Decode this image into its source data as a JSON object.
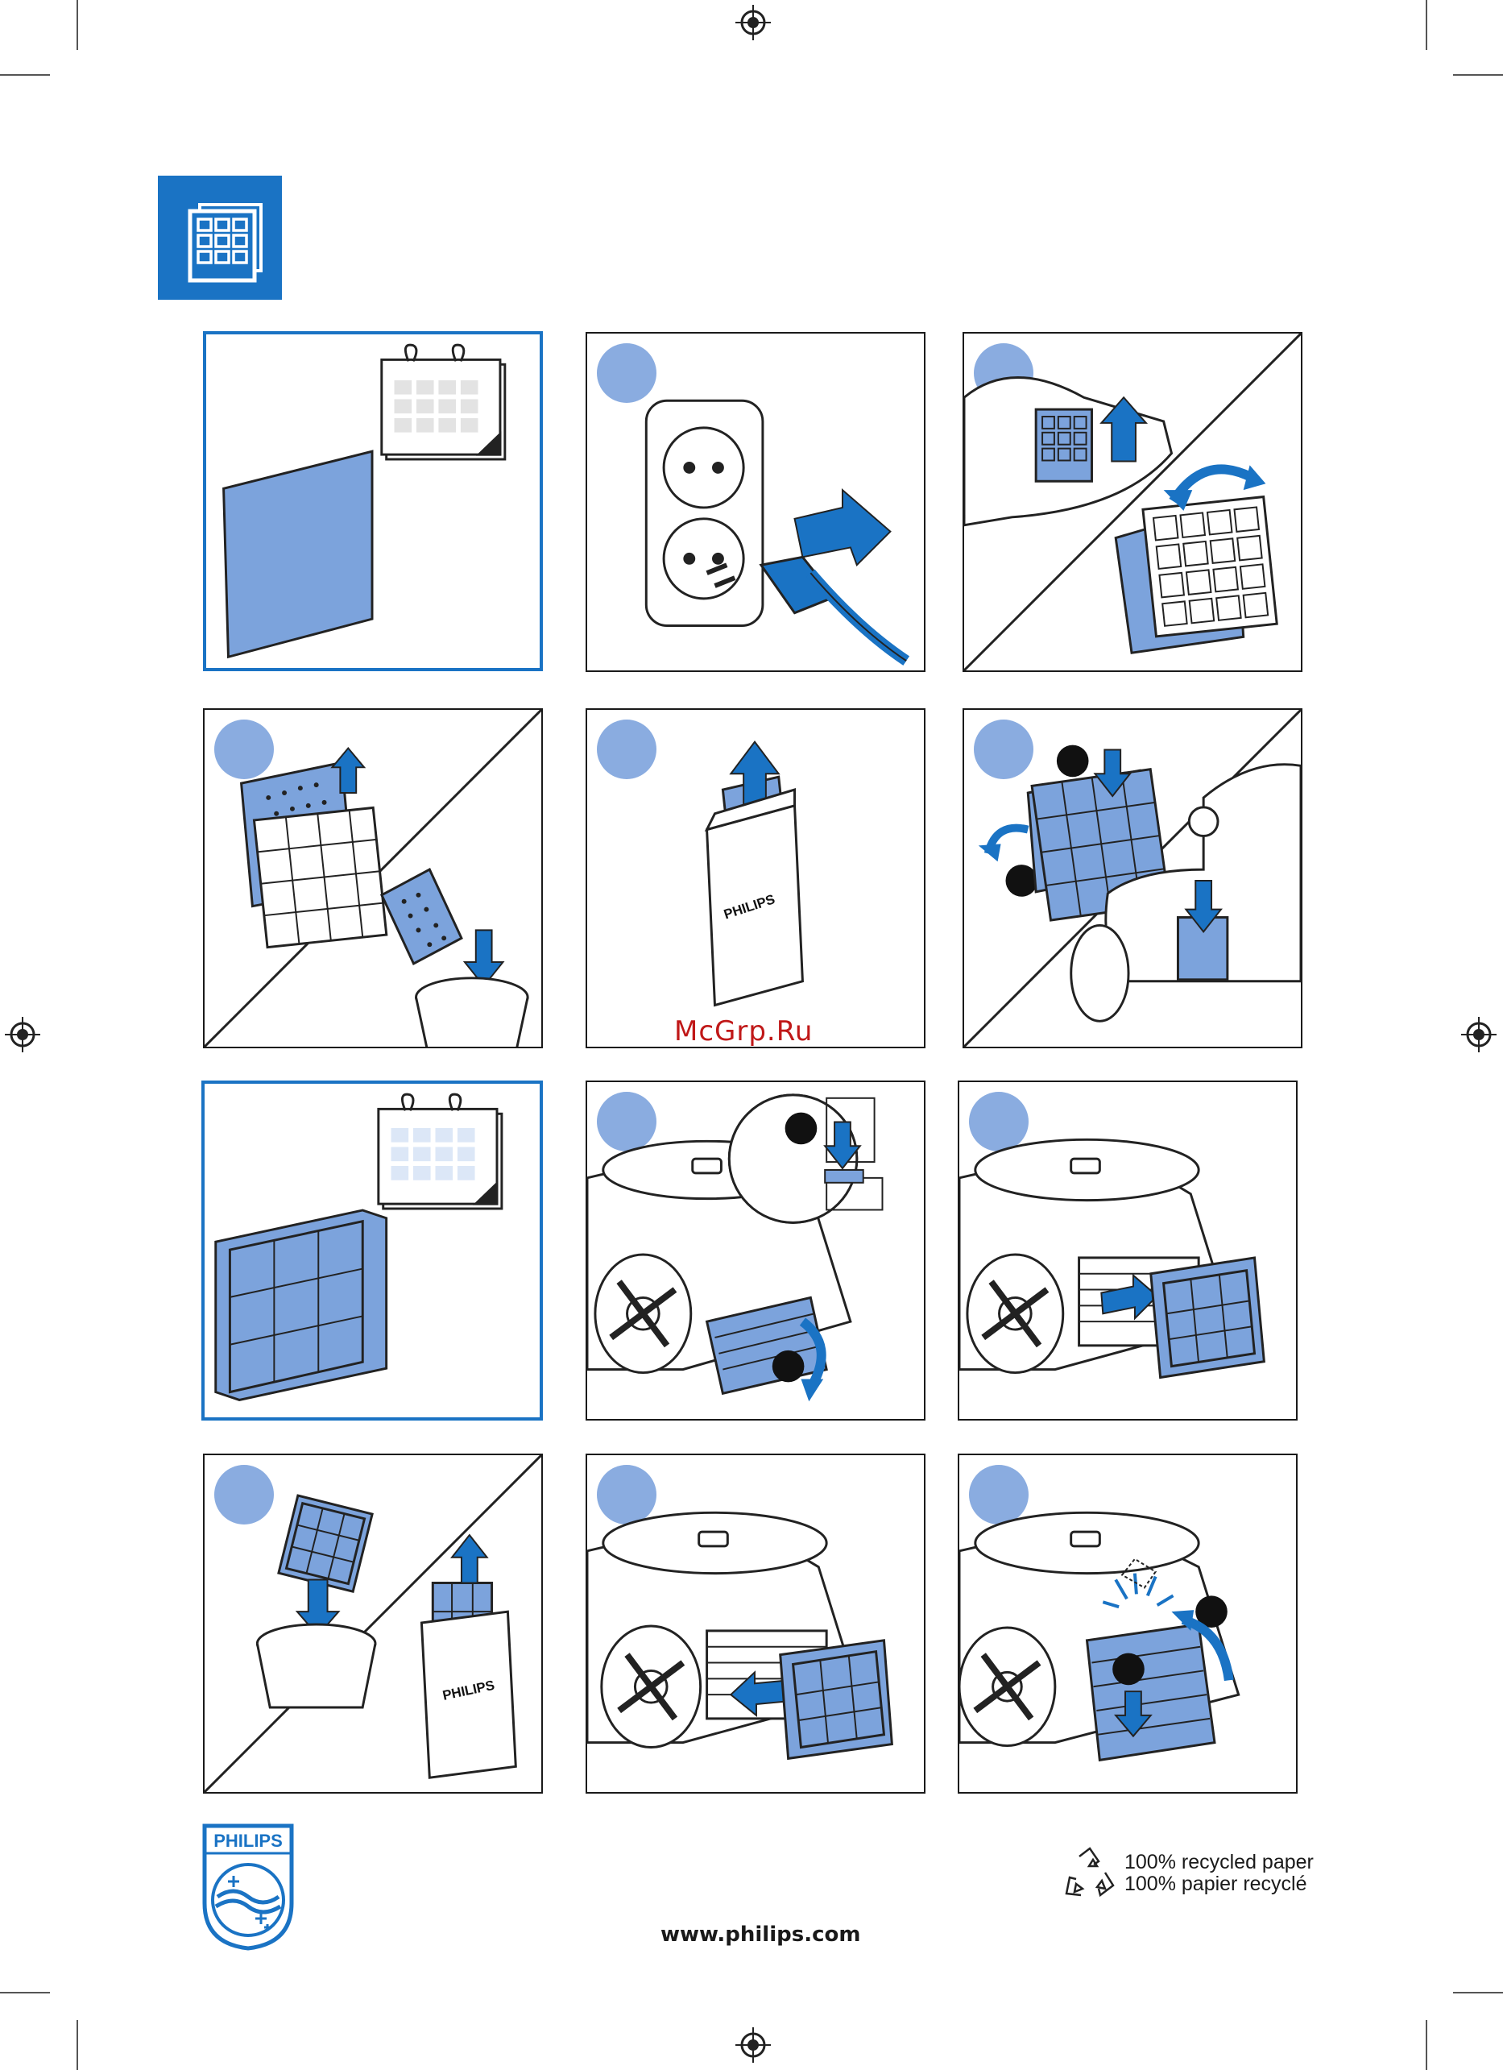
{
  "brand": {
    "name": "PHILIPS",
    "website": "www.philips.com",
    "color": "#1a73c4"
  },
  "watermark": "McGrp.Ru",
  "recycled": {
    "line1": "100% recycled paper",
    "line2": "100% papier recyclé"
  },
  "colors": {
    "step_circle": "#8aace0",
    "accent_blue": "#1a73c4",
    "filter_blue": "#7ca3dc"
  },
  "header_icon": "filter-grid-icon",
  "panels": [
    {
      "id": "p1",
      "frame": "blue",
      "content": "filter-sheet-calendar"
    },
    {
      "id": "p2",
      "frame": "black",
      "content": "unplug-socket",
      "step_marker": true
    },
    {
      "id": "p3",
      "frame": "black",
      "content": "remove-motor-filter",
      "step_marker": true
    },
    {
      "id": "p4",
      "frame": "black",
      "content": "discard-filter-sheet",
      "step_marker": true
    },
    {
      "id": "p5",
      "frame": "black",
      "content": "new-filter-package",
      "package_label": "PHILIPS",
      "step_marker": true
    },
    {
      "id": "p6",
      "frame": "black",
      "content": "insert-motor-filter",
      "step_marker": true
    },
    {
      "id": "p7",
      "frame": "blue",
      "content": "hepa-filter-calendar"
    },
    {
      "id": "p8",
      "frame": "black",
      "content": "open-exhaust-grille",
      "step_marker": true
    },
    {
      "id": "p9",
      "frame": "black",
      "content": "remove-hepa-filter",
      "step_marker": true
    },
    {
      "id": "p10",
      "frame": "black",
      "content": "discard-hepa-filter",
      "package_label": "PHILIPS",
      "step_marker": true
    },
    {
      "id": "p11",
      "frame": "black",
      "content": "insert-hepa-filter",
      "step_marker": true
    },
    {
      "id": "p12",
      "frame": "black",
      "content": "close-exhaust-grille",
      "step_marker": true
    }
  ]
}
